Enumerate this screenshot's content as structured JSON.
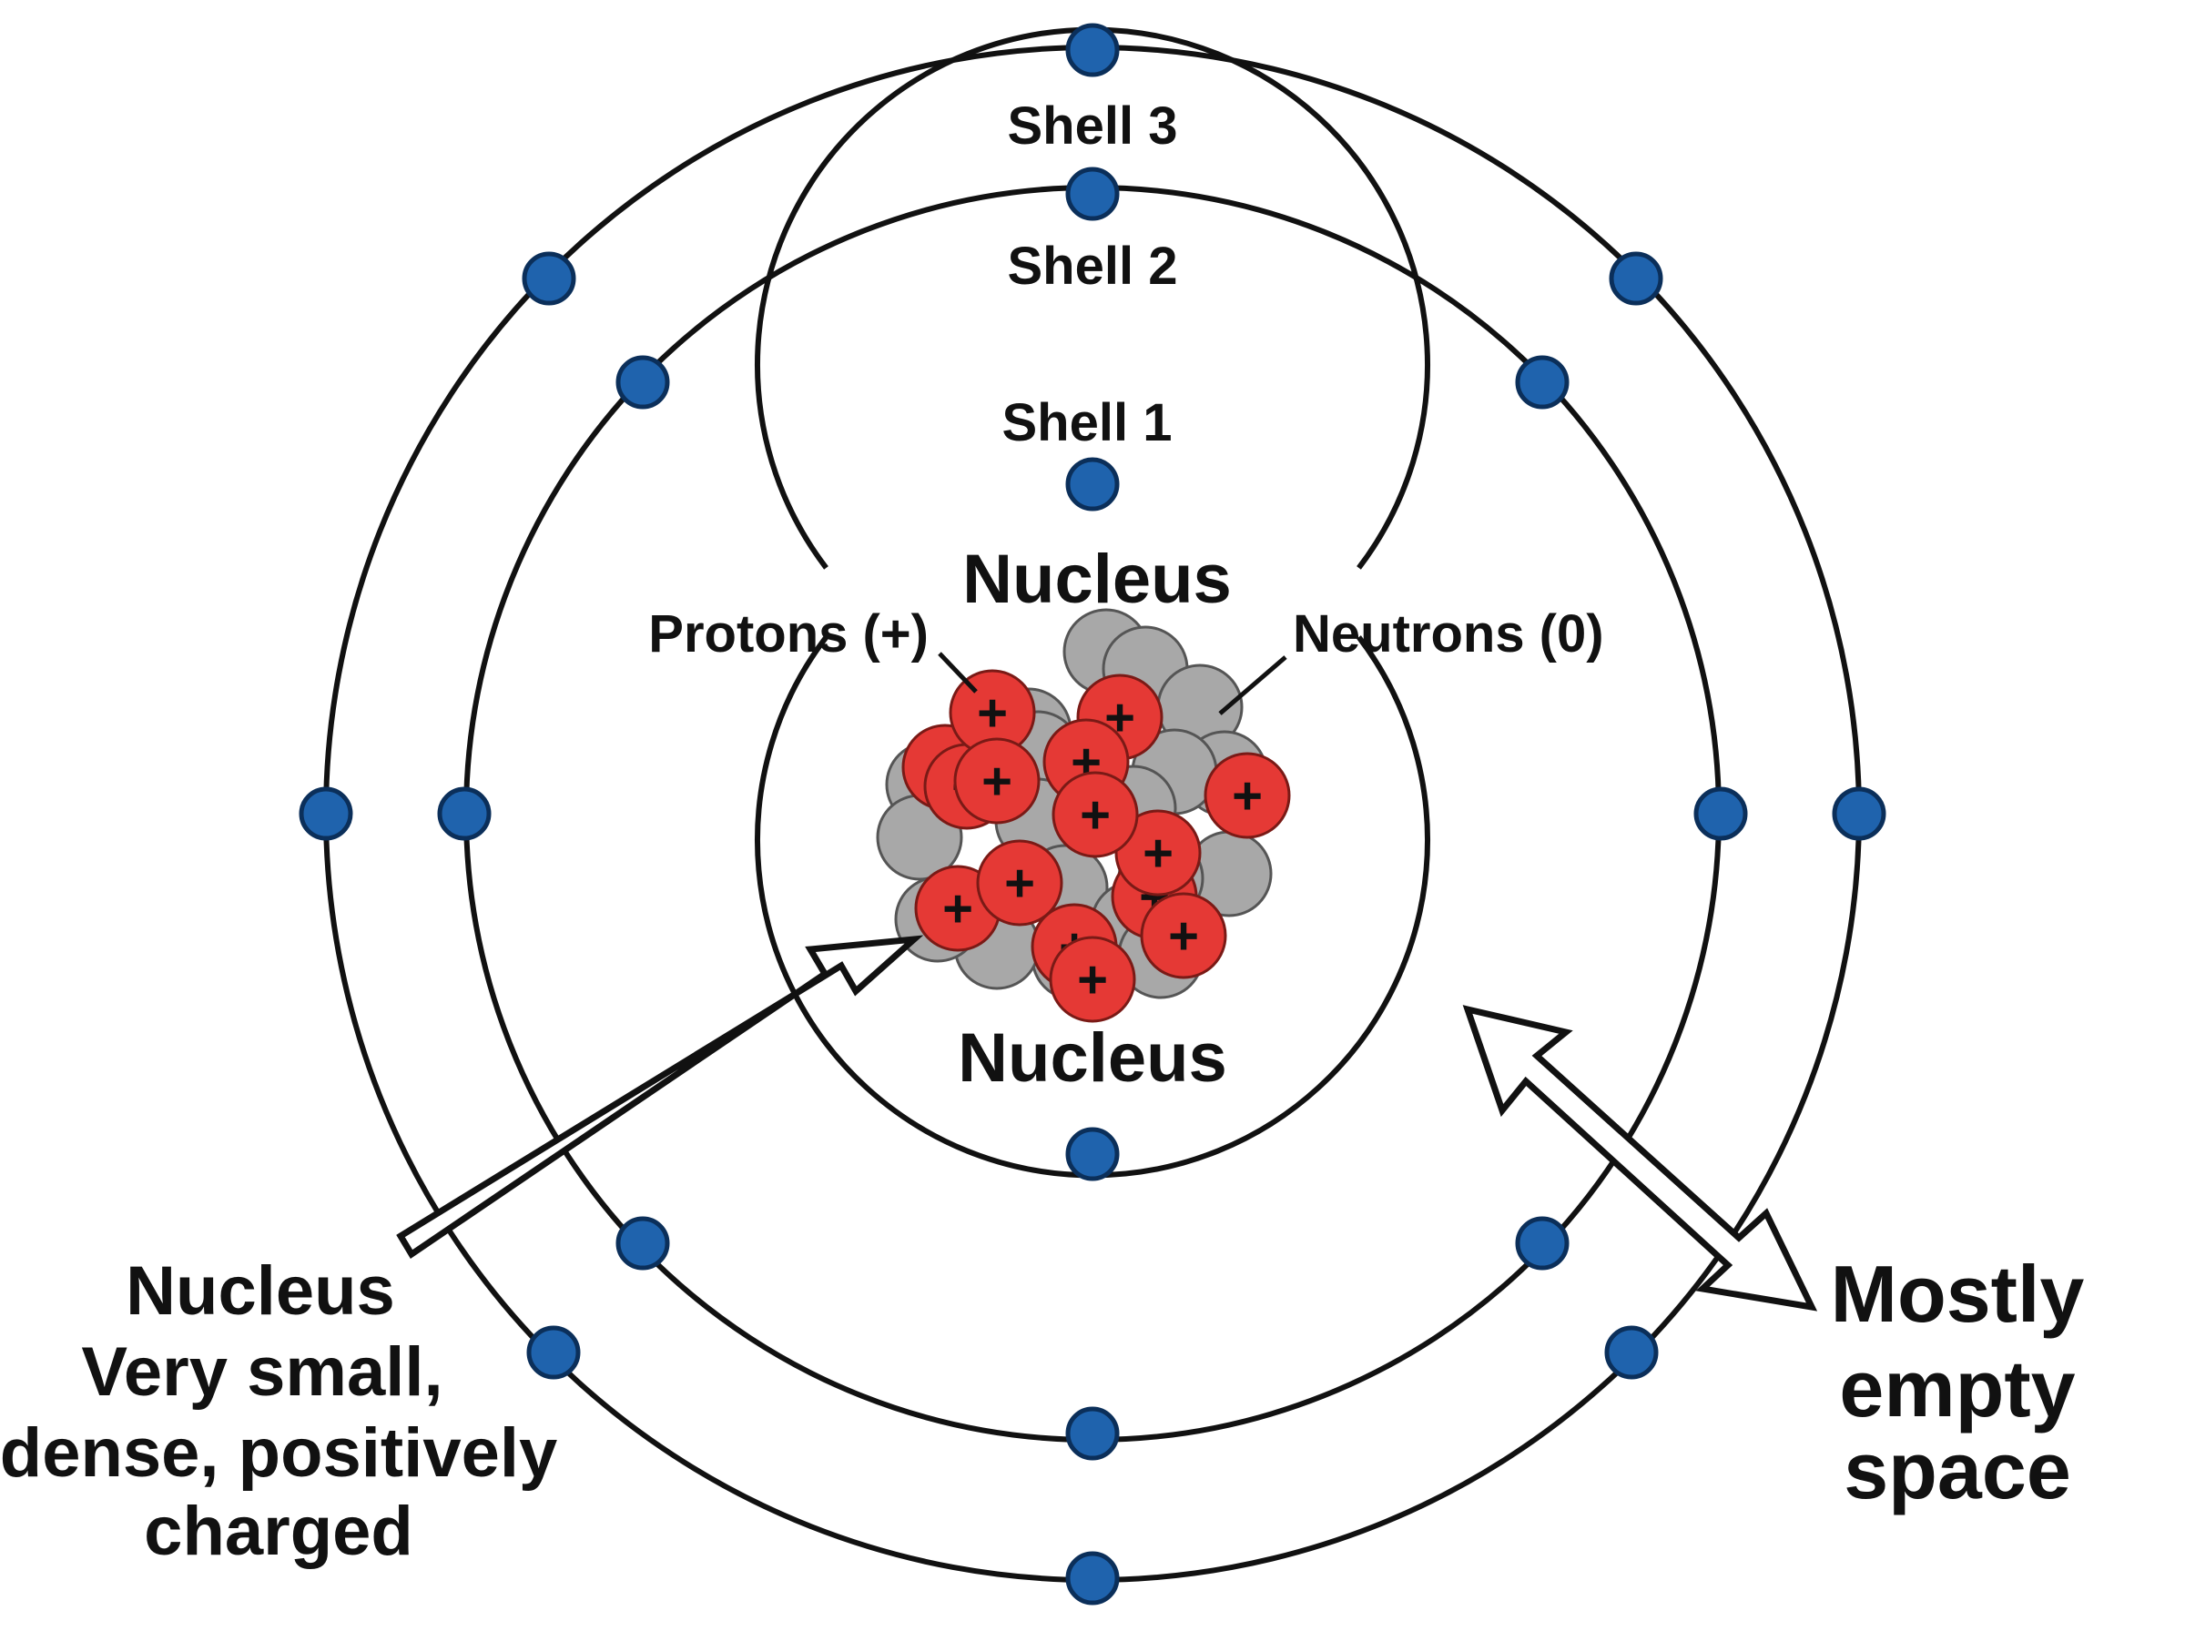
{
  "labels": {
    "shell_3": "Shell 3",
    "shell_2": "Shell 2",
    "shell_1": "Shell 1",
    "nucleus_top": "Nucleus",
    "nucleus_bottom": "Nucleus",
    "protons": "Protons (+)",
    "neutrons": "Neutrons (0)",
    "proton_sign": "+"
  },
  "callouts": {
    "nucleus_title": "Nucleus",
    "nucleus_desc": [
      "Very small,",
      "dense, positively",
      "charged"
    ],
    "empty_space": [
      "Mostly",
      "empty",
      "space"
    ]
  },
  "shells": [
    {
      "name": "Shell 1",
      "electrons": 2
    },
    {
      "name": "Shell 2",
      "electrons": 8
    },
    {
      "name": "Shell 3",
      "electrons": 8
    }
  ],
  "colors": {
    "electron": "#1f63ad",
    "proton": "#e53935",
    "neutron": "#a8a8a8",
    "orbit": "#111111",
    "background": "#ffffff"
  }
}
